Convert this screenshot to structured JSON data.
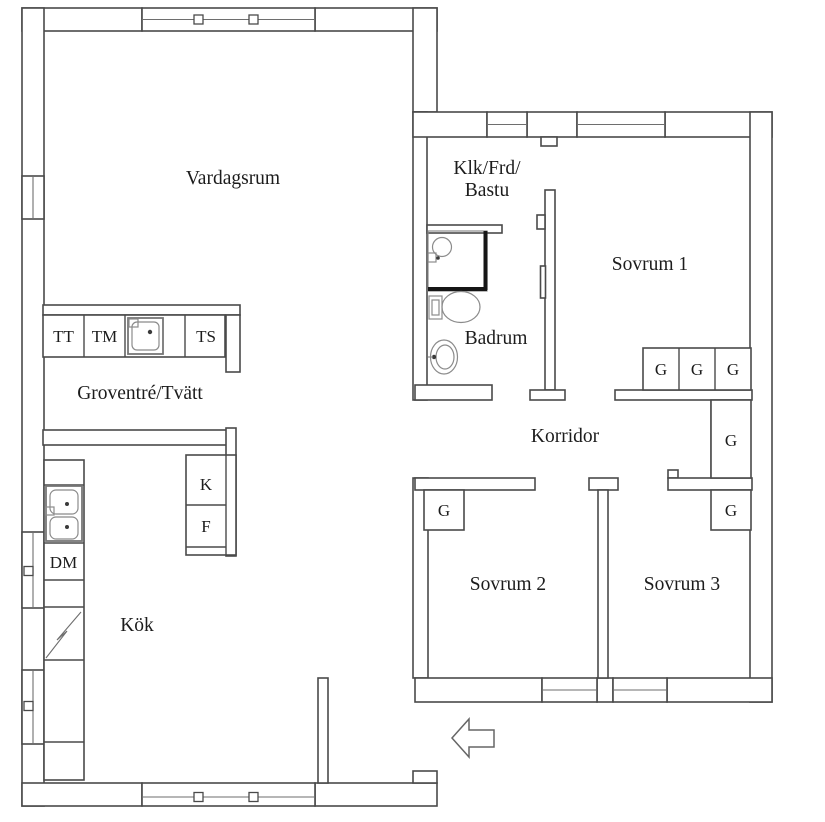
{
  "plan": {
    "type": "floor-plan",
    "language": "Swedish"
  },
  "rooms": [
    {
      "id": "vardagsrum",
      "label": "Vardagsrum"
    },
    {
      "id": "klk-frd-bastu",
      "label_line1": "Klk/Frd/",
      "label_line2": "Bastu"
    },
    {
      "id": "sovrum-1",
      "label": "Sovrum 1"
    },
    {
      "id": "badrum",
      "label": "Badrum"
    },
    {
      "id": "korridor",
      "label": "Korridor"
    },
    {
      "id": "groventre-tvatt",
      "label": "Groventré/Tvätt"
    },
    {
      "id": "kok",
      "label": "Kök"
    },
    {
      "id": "sovrum-2",
      "label": "Sovrum 2"
    },
    {
      "id": "sovrum-3",
      "label": "Sovrum 3"
    }
  ],
  "appliances": [
    {
      "id": "tt",
      "label": "TT"
    },
    {
      "id": "tm",
      "label": "TM"
    },
    {
      "id": "ts",
      "label": "TS"
    },
    {
      "id": "dm",
      "label": "DM"
    },
    {
      "id": "k",
      "label": "K"
    },
    {
      "id": "f",
      "label": "F"
    }
  ],
  "wardrobes": {
    "label": "G",
    "count": 6
  },
  "icons": [
    "laundry-sink-icon",
    "kitchen-double-sink-icon",
    "shower-icon",
    "toilet-icon",
    "washbasin-icon",
    "stove-zigzag-icon",
    "entrance-arrow-icon",
    "window-marker-icon"
  ],
  "colors": {
    "background": "#ffffff",
    "wall_line": "#4a4a4a",
    "text": "#1c1c1c",
    "shower_accent": "#161616",
    "fixture_line": "#777777"
  }
}
